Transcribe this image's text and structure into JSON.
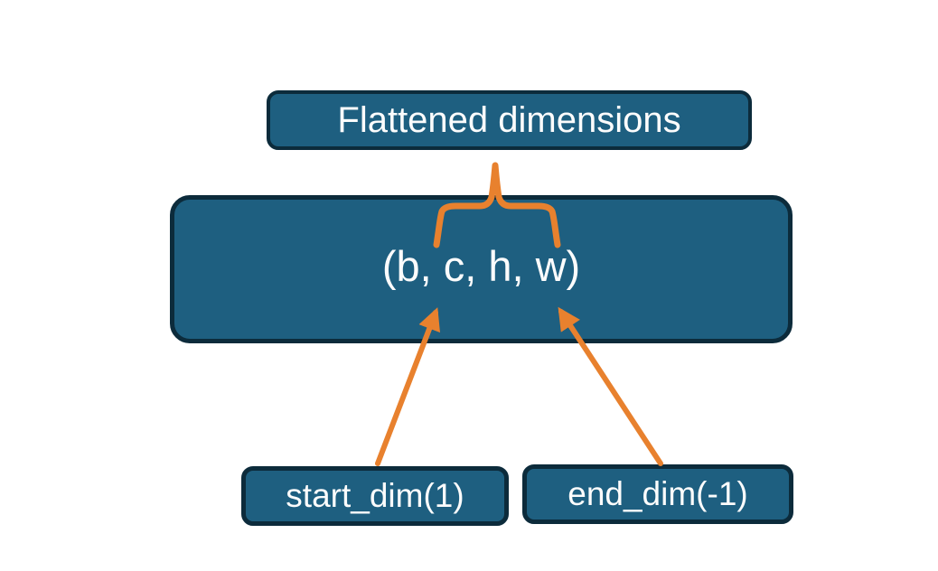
{
  "diagram": {
    "top_box": {
      "label": "Flattened dimensions"
    },
    "main_box": {
      "label": "(b, c, h, w)"
    },
    "bottom_left_box": {
      "label": "start_dim(1)"
    },
    "bottom_right_box": {
      "label": "end_dim(-1)"
    },
    "connectors": {
      "brace": "curly-brace-pointing-up",
      "arrows": [
        {
          "from": "start_dim(1)",
          "to": "(b, c, h, w)"
        },
        {
          "from": "end_dim(-1)",
          "to": "(b, c, h, w)"
        }
      ]
    },
    "colors": {
      "background": "#ffffff",
      "box_fill": "#1e5f80",
      "box_border": "#0c2b3b",
      "accent_orange": "#e8812e",
      "text": "#fcfcfc"
    }
  }
}
